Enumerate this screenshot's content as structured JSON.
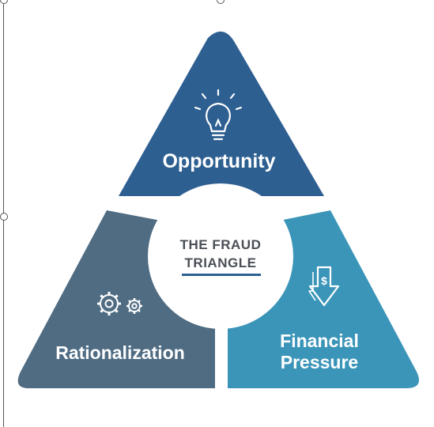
{
  "diagram": {
    "title_line1": "THE FRAUD",
    "title_line2": "TRIANGLE",
    "segments": [
      {
        "label": "Opportunity",
        "icon": "lightbulb-icon",
        "color": "#2e5f91"
      },
      {
        "label": "Rationalization",
        "icon": "gears-icon",
        "color": "#4f6c83"
      },
      {
        "label_line1": "Financial",
        "label_line2": "Pressure",
        "icon": "down-arrow-dollar-icon",
        "color": "#3b95b9"
      }
    ],
    "underline_color": "#2e5f91"
  }
}
